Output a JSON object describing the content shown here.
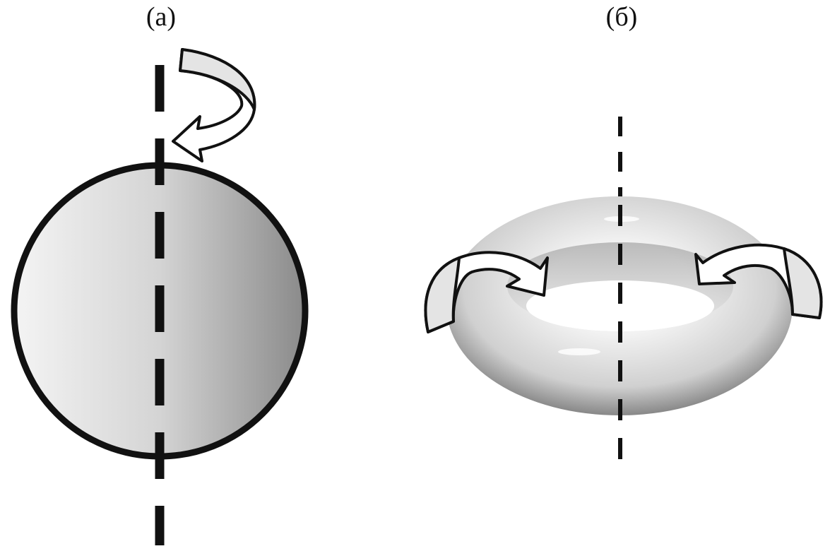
{
  "panels": [
    {
      "label": "(a)",
      "shape": "sphere"
    },
    {
      "label": "(б)",
      "shape": "torus"
    }
  ],
  "colors": {
    "stroke": "#111111",
    "arrow_fill": "#e4e4e4"
  }
}
